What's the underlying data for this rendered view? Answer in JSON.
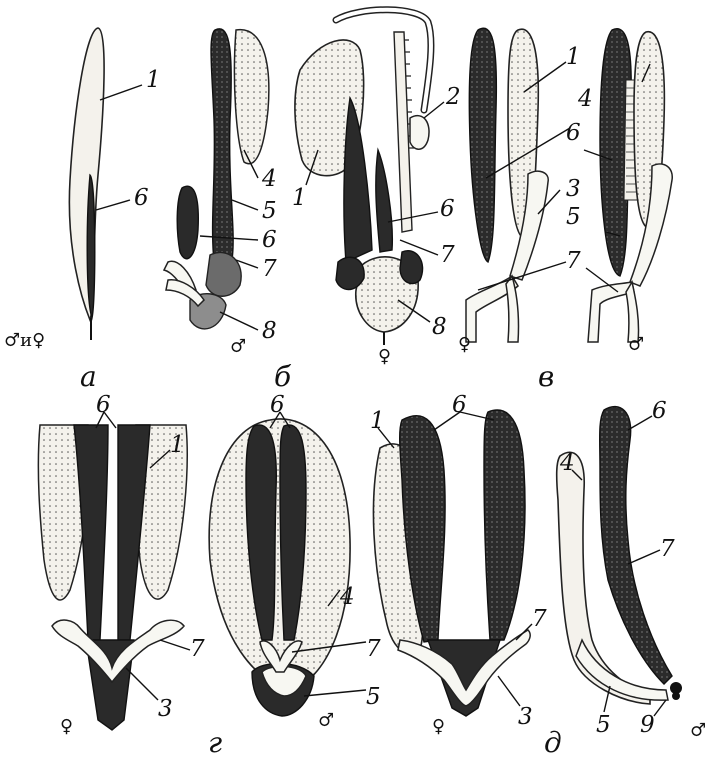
{
  "panels": [
    {
      "key": "a",
      "letter": "а",
      "sex": "♂и♀"
    },
    {
      "key": "b",
      "letter": "б",
      "sex_male": "♂",
      "sex_female": "♀"
    },
    {
      "key": "v",
      "letter": "в",
      "sex_female": "♀",
      "sex_male": "♂"
    },
    {
      "key": "g",
      "letter": "г",
      "sex_female": "♀",
      "sex_male": "♂",
      "sex_female2": "♀"
    },
    {
      "key": "d",
      "letter": "д",
      "sex_male": "♂"
    }
  ],
  "numbers": {
    "n1": "1",
    "n2": "2",
    "n3": "3",
    "n4": "4",
    "n5": "5",
    "n6": "6",
    "n7": "7",
    "n8": "8",
    "n9": "9"
  },
  "colors": {
    "ink": "#111111",
    "light": "#f4f2ec",
    "dark": "#2a2a2a"
  }
}
